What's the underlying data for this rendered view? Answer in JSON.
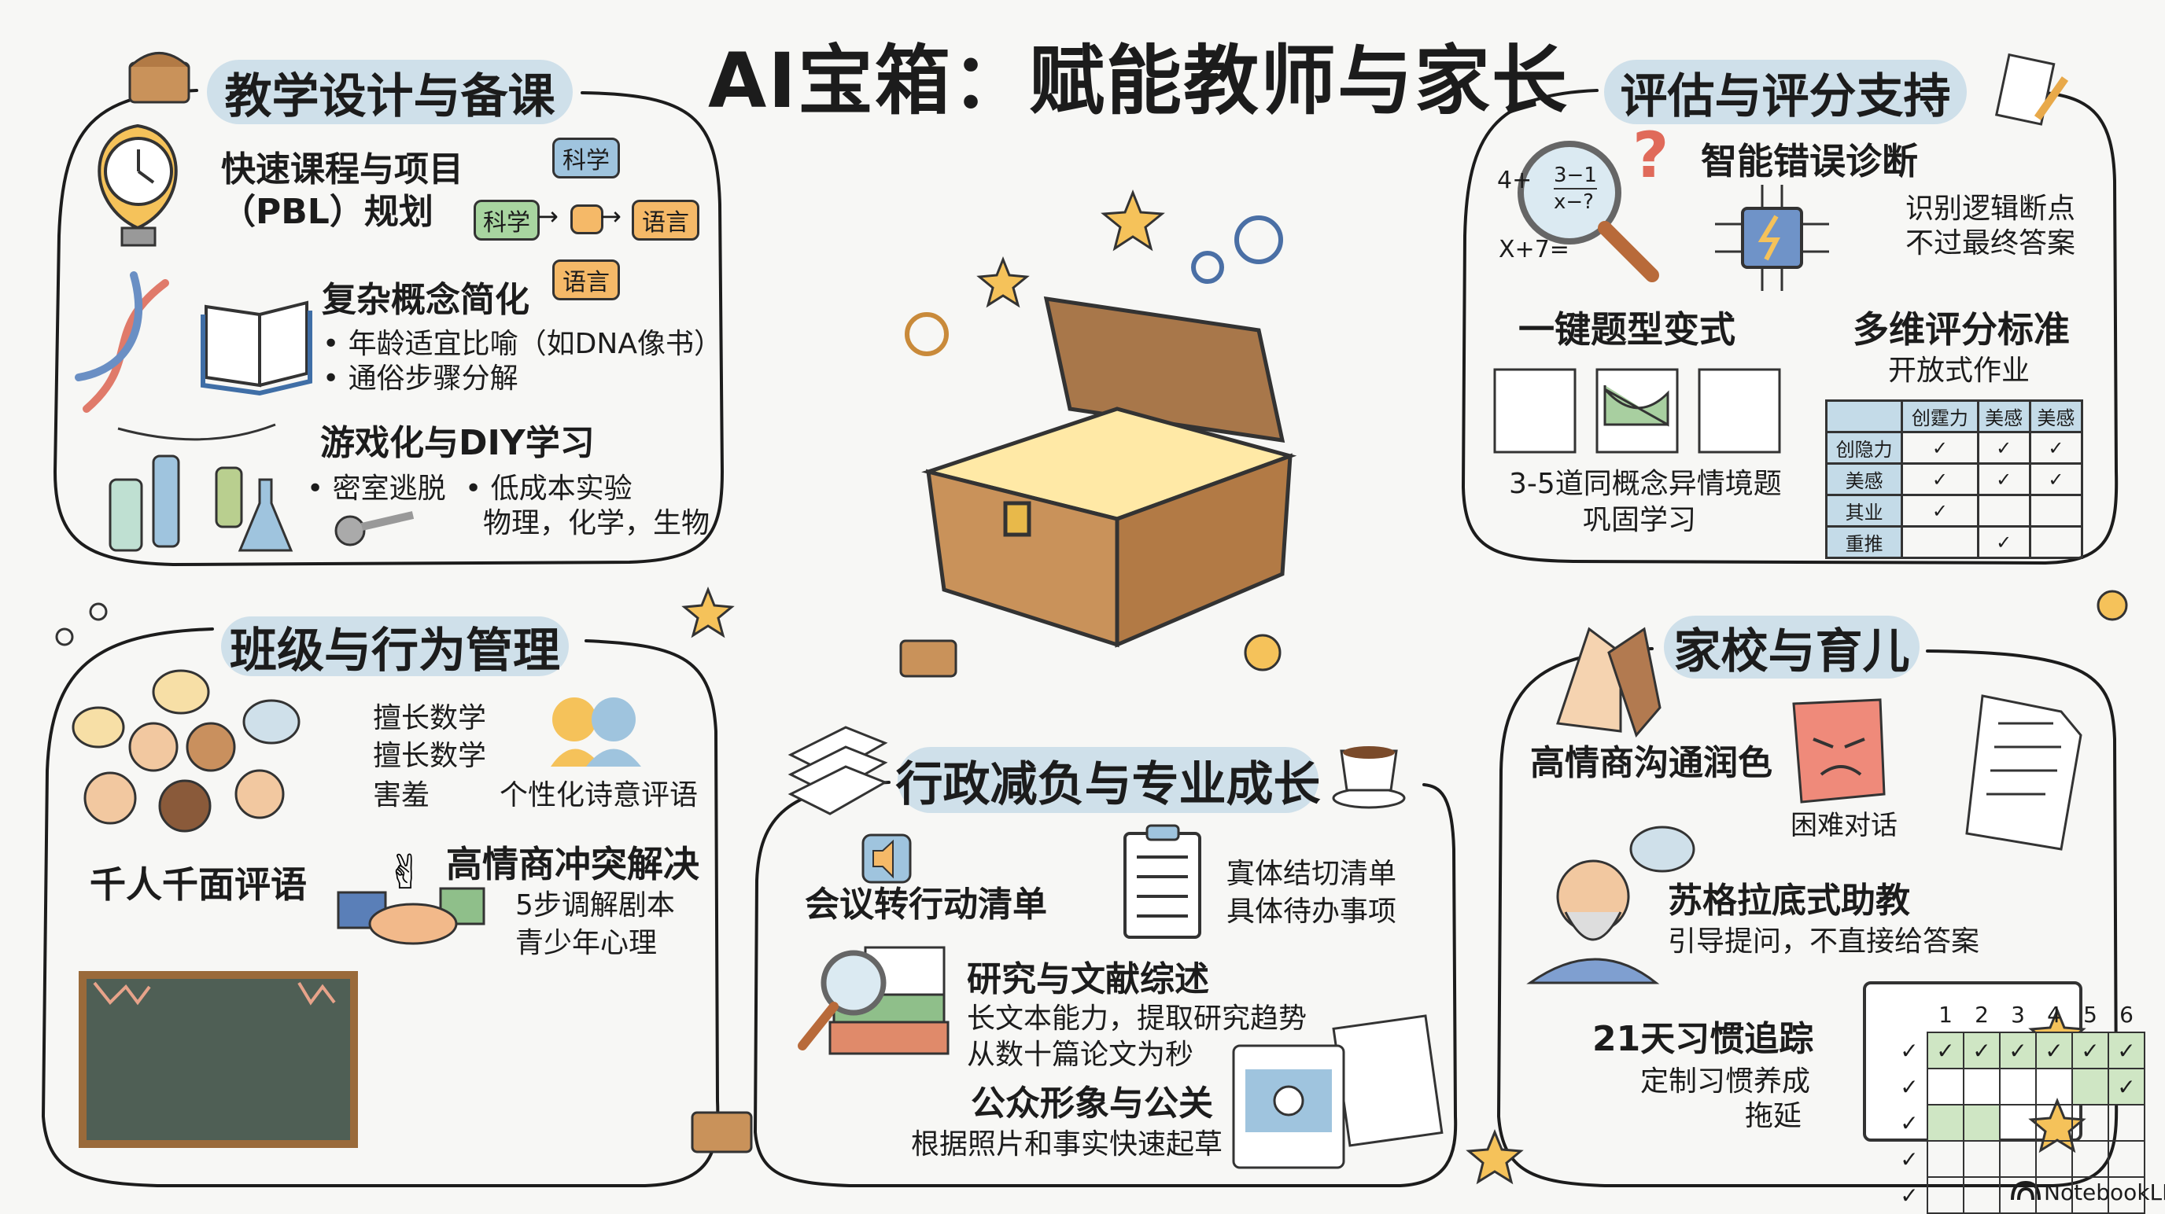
{
  "title": "AI宝箱：赋能教师与家长",
  "colors": {
    "pill": "#cfe0ea",
    "accent_orange": "#f5b968",
    "accent_green": "#a8d5a0",
    "accent_blue": "#9fc4de",
    "ink": "#1c1c1c"
  },
  "lesson_design": {
    "title": "教学设计与备课",
    "pbl": {
      "line1": "快速课程与项目",
      "line2": "（PBL）规划",
      "nodes": [
        "科学",
        "科学",
        "语言",
        "语言"
      ]
    },
    "simplify": {
      "title": "复杂概念简化",
      "bullets": [
        "• 年龄适宜比喻（如DNA像书）",
        "• 通俗步骤分解"
      ]
    },
    "gamify": {
      "title": "游戏化与DIY学习",
      "bullet1": "• 密室逃脱",
      "bullet2": "• 低成本实验",
      "bullet2_detail": "物理，化学，生物"
    },
    "icons": [
      "lightbulb-clock-icon",
      "dna-icon",
      "open-book-icon",
      "lab-bottles-icon",
      "key-icon",
      "treasure-chest-icon"
    ]
  },
  "assessment": {
    "title": "评估与评分支持",
    "diagnosis": {
      "title": "智能错误诊断",
      "lines": [
        "识别逻辑断点",
        "不过最终答案"
      ],
      "math_prefix": "4+",
      "math_num": "3−1",
      "math_den": "x−?",
      "math_eq": "X+7="
    },
    "variants": {
      "title": "一键题型变式",
      "lines": [
        "3-5道同概念异情境题",
        "巩固学习"
      ]
    },
    "rubric": {
      "title": "多维评分标准",
      "subtitle": "开放式作业",
      "headers": [
        "",
        "创霆力",
        "美感",
        "美感"
      ],
      "rows": [
        {
          "label": "创隐力",
          "checks": [
            true,
            true,
            true
          ]
        },
        {
          "label": "美感",
          "checks": [
            true,
            true,
            true
          ]
        },
        {
          "label": "其业",
          "checks": [
            true,
            false,
            false
          ]
        },
        {
          "label": "重推",
          "checks": [
            false,
            true,
            false
          ]
        }
      ]
    }
  },
  "class_mgmt": {
    "title": "班级与行为管理",
    "traits": [
      "擅长数学",
      "擅长数学",
      "害羞"
    ],
    "poetic": "个性化诗意评语",
    "comments": "千人千面评语",
    "conflict": {
      "title": "高情商冲突解决",
      "lines": [
        "5步调解剧本",
        "青少年心理"
      ]
    }
  },
  "admin": {
    "title": "行政减负与专业成长",
    "meeting": "会议转行动清单",
    "checklist": [
      "寘体结切清单",
      "具体待办事项"
    ],
    "research": {
      "title": "研究与文献综述",
      "lines": [
        "长文本能力，提取研究趋势",
        "从数十篇论文为秒"
      ]
    },
    "pr": {
      "title": "公众形象与公关",
      "line": "根据照片和事实快速起草"
    }
  },
  "home": {
    "title": "家校与育儿",
    "communication": "高情商沟通润色",
    "difficult": "困难对话",
    "socratic": {
      "title": "苏格拉底式助教",
      "line": "引导提问，不直接给答案"
    },
    "habit": {
      "title": "21天习惯追踪",
      "lines": [
        "定制习惯养成",
        "拖延"
      ],
      "day_labels": [
        "1",
        "2",
        "3",
        "4",
        "5",
        "6"
      ],
      "grid": [
        [
          1,
          1,
          1,
          1,
          1,
          1
        ],
        [
          0,
          0,
          0,
          0,
          0.5,
          0.6
        ],
        [
          0.5,
          0.5,
          0,
          0,
          0,
          0
        ],
        [
          0,
          0,
          0,
          0,
          0,
          0
        ],
        [
          0,
          0,
          0,
          0,
          0,
          0
        ]
      ]
    }
  },
  "brand": "NotebookLM"
}
